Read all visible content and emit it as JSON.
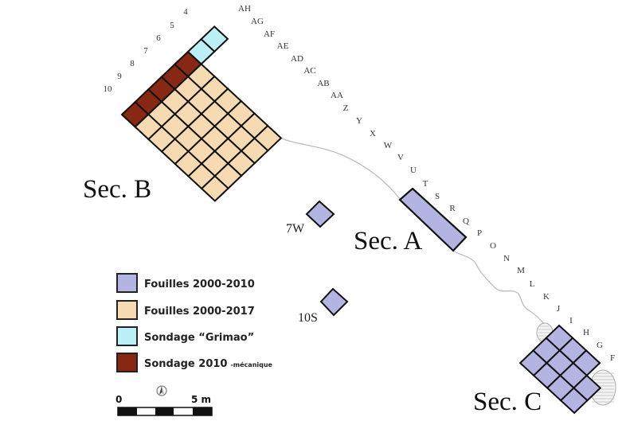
{
  "colors": {
    "fouilles_2000_2010": "#b4b4e2",
    "fouilles_2000_2017": "#f6dbb2",
    "sondage_grimao": "#bdeff6",
    "sondage_2010": "#862814",
    "outline": "#111111",
    "river": "#bdbdbd"
  },
  "sectors": {
    "sec_b": "Sec. B",
    "sec_a": "Sec. A",
    "sec_c": "Sec. C"
  },
  "units": {
    "u7w": "7W",
    "u10s": "10S"
  },
  "row_labels": [
    "4",
    "5",
    "6",
    "7",
    "8",
    "9",
    "10"
  ],
  "column_labels": [
    "AH",
    "AG",
    "AF",
    "AE",
    "AD",
    "AC",
    "AB",
    "AA",
    "Z",
    "Y",
    "X",
    "W",
    "V",
    "U",
    "T",
    "S",
    "R",
    "Q",
    "P",
    "O",
    "N",
    "M",
    "L",
    "K",
    "J",
    "I",
    "H",
    "G",
    "F"
  ],
  "legend": {
    "items": [
      {
        "label": "Fouilles 2000-2010",
        "suffix": ""
      },
      {
        "label": "Fouilles 2000-2017",
        "suffix": ""
      },
      {
        "label": "Sondage “Grimao”",
        "suffix": ""
      },
      {
        "label": "Sondage 2010",
        "suffix": "-mécanique"
      }
    ]
  },
  "scale": {
    "start_label": "0",
    "end_label": "5 m",
    "north_icon": "north-arrow-icon"
  }
}
